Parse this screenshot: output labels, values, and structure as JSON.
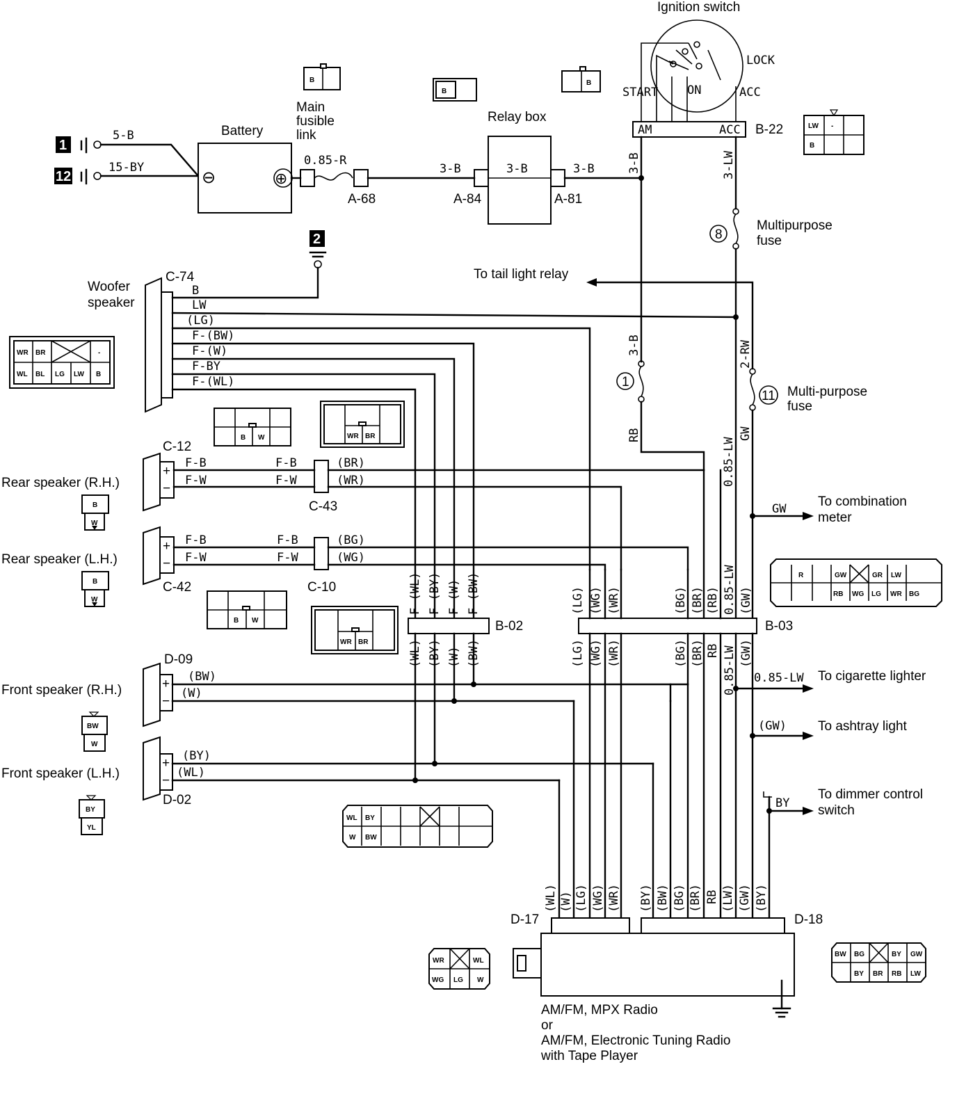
{
  "ignition": {
    "title": "Ignition switch",
    "lock": "LOCK",
    "start": "START",
    "on": "ON",
    "acc": "ACC",
    "connector": "B-22",
    "term_am": "AM",
    "term_acc": "ACC",
    "pins": [
      "LW",
      "-",
      "B"
    ]
  },
  "grounds": {
    "g1": "1",
    "g12": "12",
    "g2": "2",
    "g1_wire": "5-B",
    "g12_wire": "15-BY"
  },
  "battery": {
    "label": "Battery",
    "neg": "⊖",
    "pos": "⊕"
  },
  "fusible": {
    "label_1": "Main",
    "label_2": "fusible",
    "label_3": "link",
    "wire": "0.85-R",
    "connector": "A-68",
    "pin": "B"
  },
  "relay_box": {
    "label": "Relay box",
    "in_conn": "A-84",
    "out_conn": "A-81",
    "in_wire": "3-B",
    "inner_wire": "3-B",
    "out_wire": "3-B",
    "pin": "B"
  },
  "fuses": {
    "f8": "8",
    "f8_label_1": "Multipurpose",
    "f8_label_2": "fuse",
    "f1": "1",
    "f11": "11",
    "f11_label_1": "Multi-purpose",
    "f11_label_2": "fuse"
  },
  "wires": {
    "w3b_a": "3-B",
    "w3lw": "3-LW",
    "w3b_b": "3-B",
    "w2rw": "2-RW",
    "rb": "RB",
    "lw085": "0.85-LW",
    "gw": "GW",
    "lw085_b": "0.85-LW",
    "lw085_c": "0.85-LW"
  },
  "tail_light": "To tail light relay",
  "woofer": {
    "label_1": "Woofer",
    "label_2": "speaker",
    "connector": "C-74",
    "wires": [
      "B",
      "LW",
      "(LG)",
      "F-(BW)",
      "F-(W)",
      "F-BY",
      "F-(WL)"
    ],
    "pins_top": [
      "WR",
      "BR",
      "",
      "-"
    ],
    "pins_bot": [
      "WL",
      "BL",
      "LG",
      "LW",
      "B"
    ]
  },
  "rear_rh": {
    "label": "Rear speaker (R.H.)",
    "connector": "C-12",
    "plus": "+",
    "minus": "−",
    "wire1": "F-B",
    "wire2": "F-W",
    "wire1b": "F-B",
    "wire2b": "F-W",
    "joint": "C-43",
    "out1": "(BR)",
    "out2": "(WR)",
    "pin_top": "B",
    "pin_bot": "W"
  },
  "rear_lh": {
    "label": "Rear speaker (L.H.)",
    "connector": "C-42",
    "plus": "+",
    "minus": "−",
    "wire1": "F-B",
    "wire2": "F-W",
    "wire1b": "F-B",
    "wire2b": "F-W",
    "joint": "C-10",
    "out1": "(BG)",
    "out2": "(WG)",
    "pin_top": "B",
    "pin_bot": "W"
  },
  "front_rh": {
    "label": "Front speaker (R.H.)",
    "connector": "D-09",
    "plus": "+",
    "minus": "−",
    "wire1": "(BW)",
    "wire2": "(W)",
    "pin_top": "BW",
    "pin_bot": "W"
  },
  "front_lh": {
    "label": "Front speaker (L.H.)",
    "connector": "D-02",
    "plus": "+",
    "minus": "−",
    "wire1": "(BY)",
    "wire2": "(WL)",
    "pin_top": "BY",
    "pin_bot": "YL"
  },
  "mini_conn": {
    "b": "B",
    "w": "W",
    "wr": "WR",
    "br": "BR"
  },
  "b02": {
    "label": "B-02",
    "top": [
      "F-(WL)",
      "F-(BY)",
      "F-(W)",
      "F-(BW)"
    ],
    "bot": [
      "(WL)",
      "(BY)",
      "(W)",
      "(BW)"
    ]
  },
  "b03": {
    "label": "B-03",
    "top": [
      "(LG)",
      "(WG)",
      "(WR)",
      "(BG)",
      "(BR)",
      "(RB)",
      "0.85-LW",
      "(GW)"
    ],
    "bot": [
      "(LG)",
      "(WG)",
      "(WR)",
      "(BG)",
      "(BR)",
      "RB",
      "0.85-LW",
      "(GW)"
    ],
    "pins_top": [
      "R",
      "",
      "GW",
      "",
      "GR",
      "LW"
    ],
    "pins_bot": [
      "RB",
      "WG",
      "LG",
      "WR",
      "BG"
    ]
  },
  "outputs": {
    "comb_wire": "GW",
    "comb_1": "To combination",
    "comb_2": "meter",
    "cig_wire": "0.85-LW",
    "cig": "To cigarette lighter",
    "ash_wire": "(GW)",
    "ash": "To ashtray light",
    "dim_wire": "BY",
    "dim_1": "To dimmer control",
    "dim_2": "switch"
  },
  "d02_pins": {
    "top": [
      "WL",
      "BY"
    ],
    "bot": [
      "W",
      "BW"
    ]
  },
  "radio": {
    "d17": "D-17",
    "d18": "D-18",
    "d17_wires": [
      "(WL)",
      "(W)",
      "(LG)",
      "(WG)",
      "(WR)"
    ],
    "d18_wires": [
      "(BY)",
      "(BW)",
      "(BG)",
      "(BR)",
      "RB",
      "(LW)",
      "(GW)",
      "(BY)"
    ],
    "label_1": "AM/FM, MPX Radio",
    "label_2": "or",
    "label_3": "AM/FM, Electronic Tuning Radio",
    "label_4": "with Tape Player",
    "d17_pins_top": [
      "WR",
      "WL"
    ],
    "d17_pins_bot": [
      "WG",
      "LG",
      "W"
    ],
    "d18_pins_top": [
      "BW",
      "BG",
      "BY",
      "GW"
    ],
    "d18_pins_bot": [
      "BY",
      "BR",
      "RB",
      "LW"
    ]
  }
}
